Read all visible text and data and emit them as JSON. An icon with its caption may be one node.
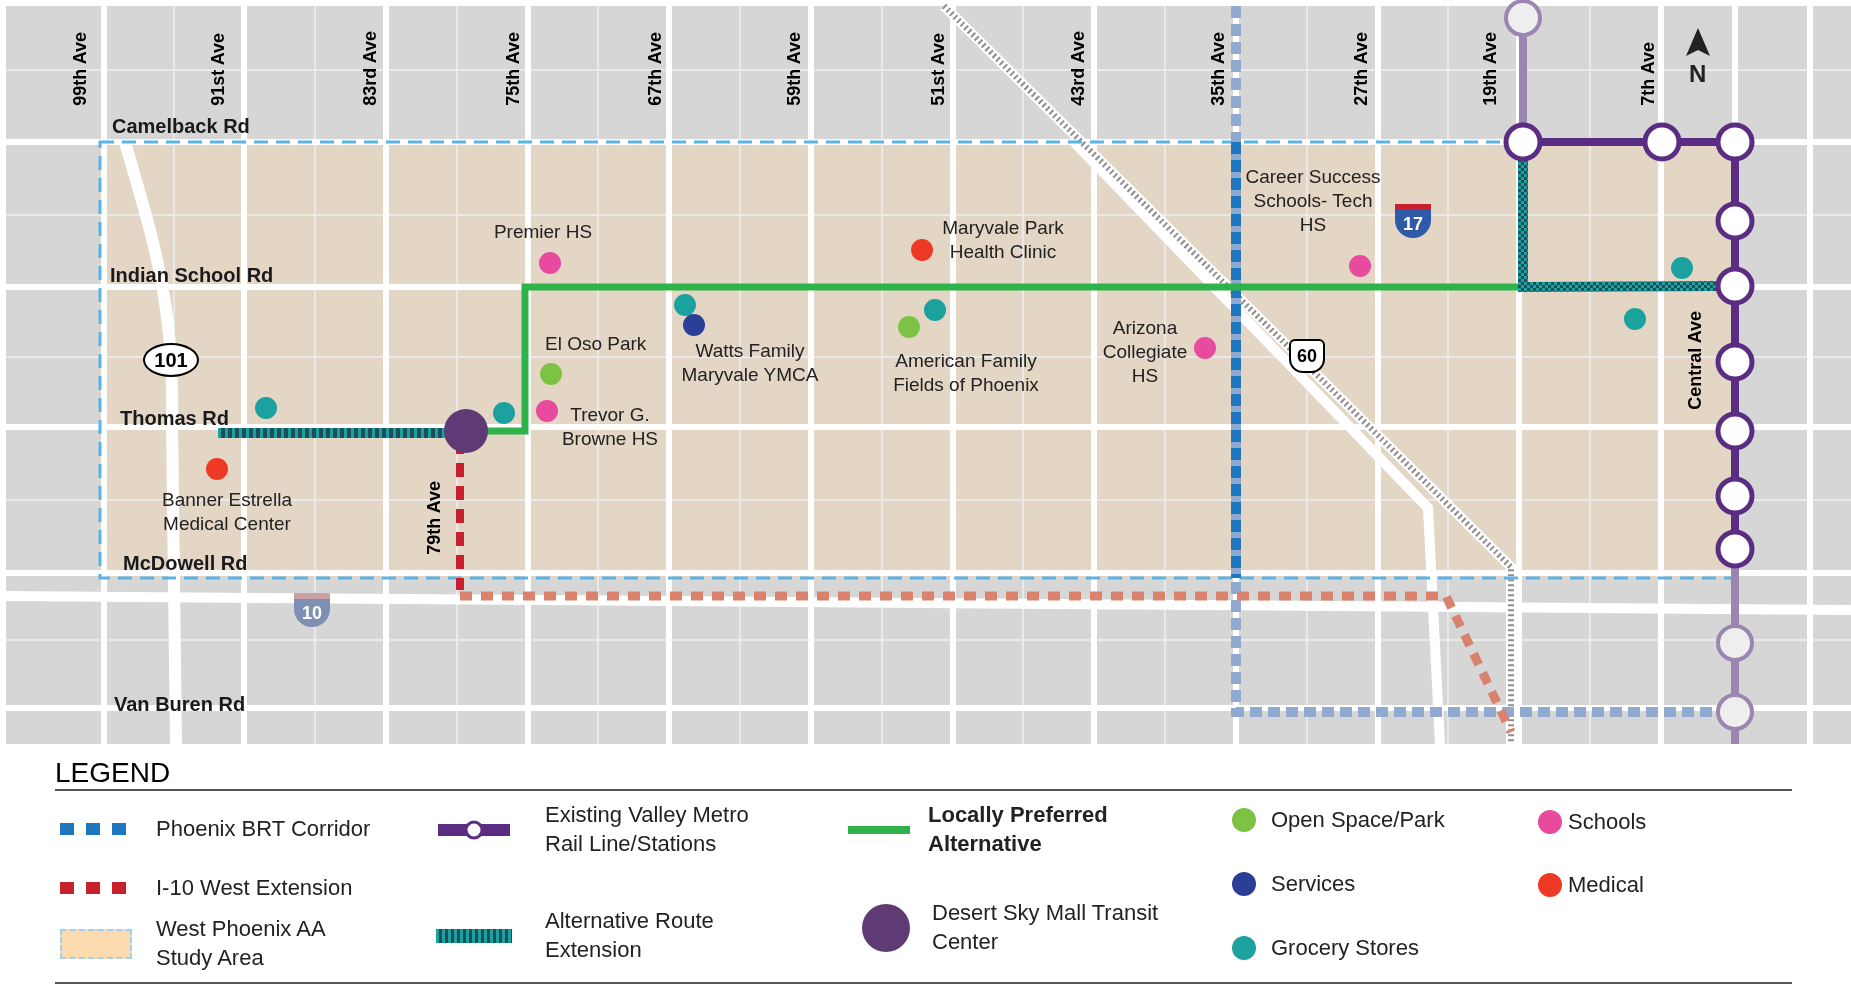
{
  "diagram": {
    "nodes": [
      {
        "text": [],
        "shape": "circle"
      },
      {
        "text": [],
        "shape": "circle"
      },
      {
        "text": [],
        "shape": "circle"
      },
      {
        "text": [],
        "shape": "circle"
      },
      {
        "text": [],
        "shape": "circle"
      },
      {
        "text": [],
        "shape": "circle"
      },
      {
        "text": [],
        "shape": "circle"
      },
      {
        "text": [],
        "shape": "circle"
      },
      {
        "text": [],
        "shape": "circle"
      },
      {
        "text": [],
        "shape": "circle"
      },
      {
        "text": [],
        "shape": "circle"
      },
      {
        "text": [],
        "shape": "circle"
      }
    ],
    "edges": [
      {
        "from": 0,
        "to": 1,
        "arrow": "none",
        "color": "#9a86b0"
      },
      {
        "from": 1,
        "to": 2,
        "arrow": "none"
      },
      {
        "from": 2,
        "to": 3,
        "arrow": "none"
      },
      {
        "from": 3,
        "to": 4,
        "arrow": "none"
      },
      {
        "from": 4,
        "to": 5,
        "arrow": "none"
      },
      {
        "from": 5,
        "to": 6,
        "arrow": "none"
      },
      {
        "from": 6,
        "to": 7,
        "arrow": "none"
      },
      {
        "from": 7,
        "to": 8,
        "arrow": "none"
      },
      {
        "from": 8,
        "to": 9,
        "arrow": "none"
      },
      {
        "from": 9,
        "to": 10,
        "arrow": "none",
        "color": "#9a86b0"
      },
      {
        "from": 10,
        "to": 11,
        "arrow": "none",
        "color": "#9a86b0"
      },
      {
        "from": 11,
        "to": null,
        "arrow": "none",
        "color": "#9a86b0"
      },
      {
        "from": 1,
        "to": 5,
        "arrow": "none",
        "color": "#1ba29f"
      }
    ],
    "labels": [
      "99th Ave",
      "91st Ave",
      "83rd Ave",
      "75th Ave",
      "67th Ave",
      "59th Ave",
      "51st Ave",
      "43rd Ave",
      "35th Ave",
      "27th Ave",
      "19th Ave",
      "7th Ave",
      "N",
      "Camelback Rd",
      "Career Success Schools- Tech HS",
      "17",
      "Premier HS",
      "Maryvale Park Health Clinic",
      "Indian School Rd",
      "Arizona Collegiate HS",
      "60",
      "Watts Family Maryvale YMCA",
      "El Oso Park",
      "American Family Fields of Phoenix",
      "101",
      "Central Ave",
      "Thomas Rd",
      "Trevor G. Browne HS",
      "79th Ave",
      "Banner Estrella Medical Center",
      "McDowell Rd",
      "10",
      "Van Buren Rd",
      "LEGEND"
    ],
    "legend": [
      {
        "text": "Phoenix BRT Corridor"
      },
      {
        "text": "I-10 West Extension"
      },
      {
        "text": "West Phoenix AA Study Area"
      },
      {
        "text": "Existing Valley Metro Rail Line/Stations"
      },
      {
        "text": "Alternative Route Extension"
      },
      {
        "text": "Locally Preferred Alternative"
      },
      {
        "text": "Desert Sky Mall Transit Center",
        "color": "#5e3b74"
      },
      {
        "text": "Open Space/Park",
        "color": "#7dc242"
      },
      {
        "text": "Services",
        "color": "#2c3f98"
      },
      {
        "text": "Grocery Stores",
        "color": "#1ba29f"
      },
      {
        "text": "Schools",
        "color": "#e84a9d"
      },
      {
        "text": "Medical",
        "color": "#ee3a24"
      }
    ]
  }
}
